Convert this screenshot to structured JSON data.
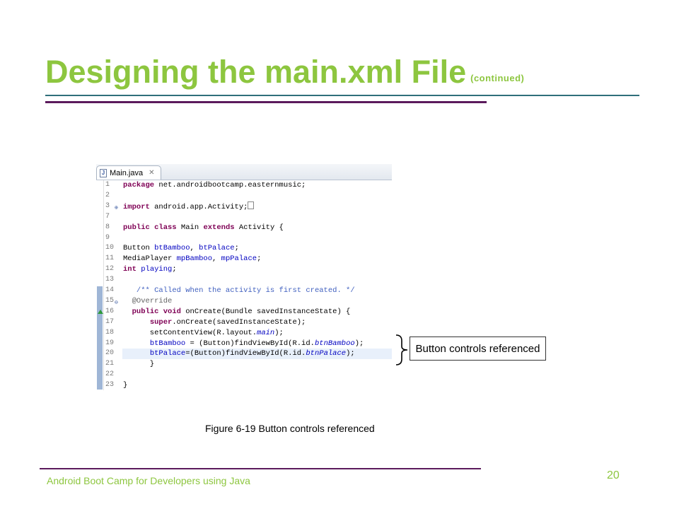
{
  "slide": {
    "title": "Designing the main.xml File",
    "title_suffix": "(continued)",
    "caption": "Figure 6-19 Button controls referenced",
    "footer": "Android Boot Camp for Developers using Java",
    "page_number": "20",
    "colors": {
      "title": "#8dc63f",
      "rule_teal": "#2f6f7a",
      "rule_purple": "#5b1a5c"
    }
  },
  "editor": {
    "tab_label": "Main.java",
    "tab_icon": "java-file-icon",
    "close_icon": "close-icon",
    "callout": "Button controls referenced"
  }
}
